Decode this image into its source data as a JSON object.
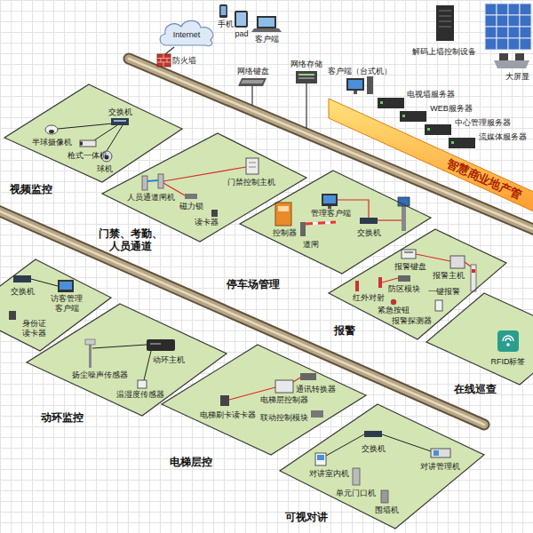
{
  "diagram": {
    "nodes": [
      {
        "text": [
          "Internet"
        ]
      },
      {
        "text": [
          "智慧商业地产管"
        ]
      },
      {
        "text": [
          "视频监控",
          "交换机",
          "半球摄像机",
          "枪式一体机",
          "球机"
        ]
      },
      {
        "text": [
          "门禁、考勤、 人员通道",
          "门禁控制主机",
          "人员通道闸机",
          "磁力锁",
          "读卡器"
        ]
      },
      {
        "text": [
          "停车场管理",
          "管理客户端",
          "交换机",
          "道闸",
          "控制器"
        ]
      },
      {
        "text": [
          "报警",
          "报警键盘",
          "报警主机",
          "一键报警",
          "防区模块",
          "红外对射",
          "紧急按钮",
          "报警探测器"
        ]
      },
      {
        "text": [
          "在线巡查",
          "RFID标签"
        ]
      },
      {
        "text": [
          "交换机",
          "访客管理 客户端",
          "身份证 读卡器"
        ]
      },
      {
        "text": [
          "动环监控",
          "动环主机",
          "扬尘噪声传感器",
          "温湿度传感器"
        ]
      },
      {
        "text": [
          "电梯层控",
          "通讯转换器",
          "电梯层控制器",
          "联动控制模块",
          "电梯刷卡读卡器"
        ]
      },
      {
        "text": [
          "可视对讲",
          "交换机",
          "对讲管理机",
          "对讲室内机",
          "单元门口机",
          "围墙机"
        ]
      }
    ],
    "labels": [
      "手机",
      "pad",
      "客户端",
      "防火墙",
      "网络键盘",
      "网络存储",
      "客户端（台式机）",
      "解码上墙控制设备",
      "大屏显",
      "电视墙服务器",
      "WEB服务器",
      "中心管理服务器",
      "流媒体服务器"
    ]
  }
}
